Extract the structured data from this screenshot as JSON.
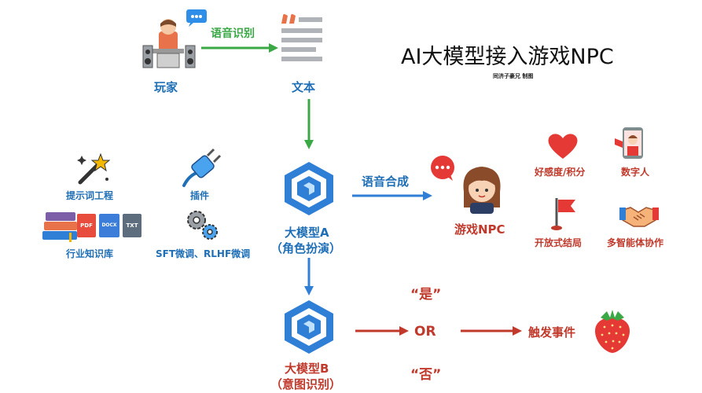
{
  "title": "AI大模型接入游戏NPC",
  "credit": "同济子豪兄 制图",
  "nodes": {
    "player": "玩家",
    "text": "文本",
    "model_a_name": "大模型A",
    "model_a_role": "（角色扮演）",
    "model_b_name": "大模型B",
    "model_b_role": "（意图识别）",
    "npc": "游戏NPC",
    "trigger": "触发事件",
    "or": "OR",
    "yes": "“是”",
    "no": "“否”"
  },
  "edges": {
    "speech_recognition": "语音识别",
    "speech_synthesis": "语音合成"
  },
  "tools": {
    "prompt": "提示词工程",
    "plugin": "插件",
    "knowledge": "行业知识库",
    "finetune": "SFT微调、RLHF微调",
    "file_types": [
      "PDF",
      "DOCX",
      "TXT"
    ]
  },
  "features": {
    "favor": "好感度/积分",
    "digital_human": "数字人",
    "open_ending": "开放式结局",
    "multi_agent": "多智能体协作"
  },
  "colors": {
    "green": "#3aa845",
    "blue": "#1f6fb7",
    "red": "#c0392b"
  }
}
